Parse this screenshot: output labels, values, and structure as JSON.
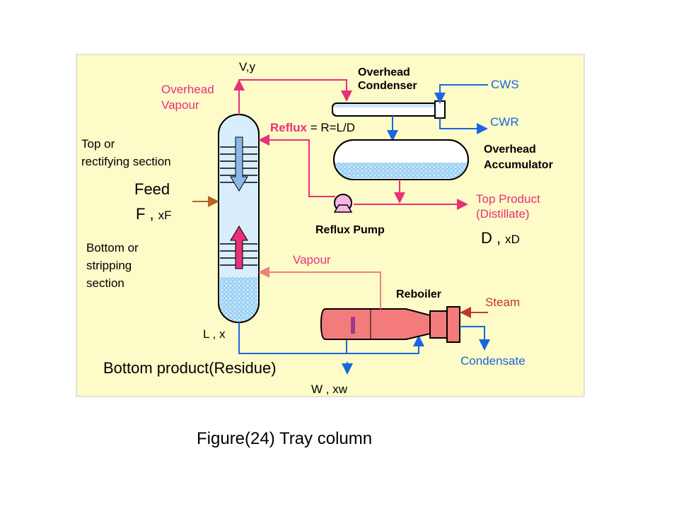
{
  "labels": {
    "vapour_top": "V,y",
    "overhead_vapour_1": "Overhead",
    "overhead_vapour_2": "Vapour",
    "condenser_1": "Overhead",
    "condenser_2": "Condenser",
    "cws": "CWS",
    "cwr": "CWR",
    "reflux": "Reflux",
    "reflux_ratio": " = R=L/D",
    "accumulator_1": "Overhead",
    "accumulator_2": "Accumulator",
    "top_section_1": "Top or",
    "top_section_2": "rectifying section",
    "feed": "Feed",
    "feed_symbol": "F ,",
    "feed_x": "xF",
    "top_product_1": "Top Product",
    "top_product_2": "(Distillate)",
    "distillate_symbol": "D ,",
    "distillate_x": "xD",
    "reflux_pump": "Reflux Pump",
    "bottom_section_1": "Bottom or",
    "bottom_section_2": "stripping",
    "bottom_section_3": "section",
    "vapour_return": "Vapour",
    "reboiler": "Reboiler",
    "steam": "Steam",
    "liquid_bottom": "L , x",
    "condensate": "Condensate",
    "bottom_product": "Bottom product(Residue)",
    "residue_symbol": "W , xw"
  },
  "caption": "Figure(24) Tray column",
  "colors": {
    "panel": "#fdfbc8",
    "pink_stream": "#e8307a",
    "blue_stream": "#1a66e0",
    "feed_arrow": "#b5651d",
    "vapour_return": "#f08080",
    "reboiler_body": "#f47b7b",
    "column_fill": "#d9eefc"
  }
}
